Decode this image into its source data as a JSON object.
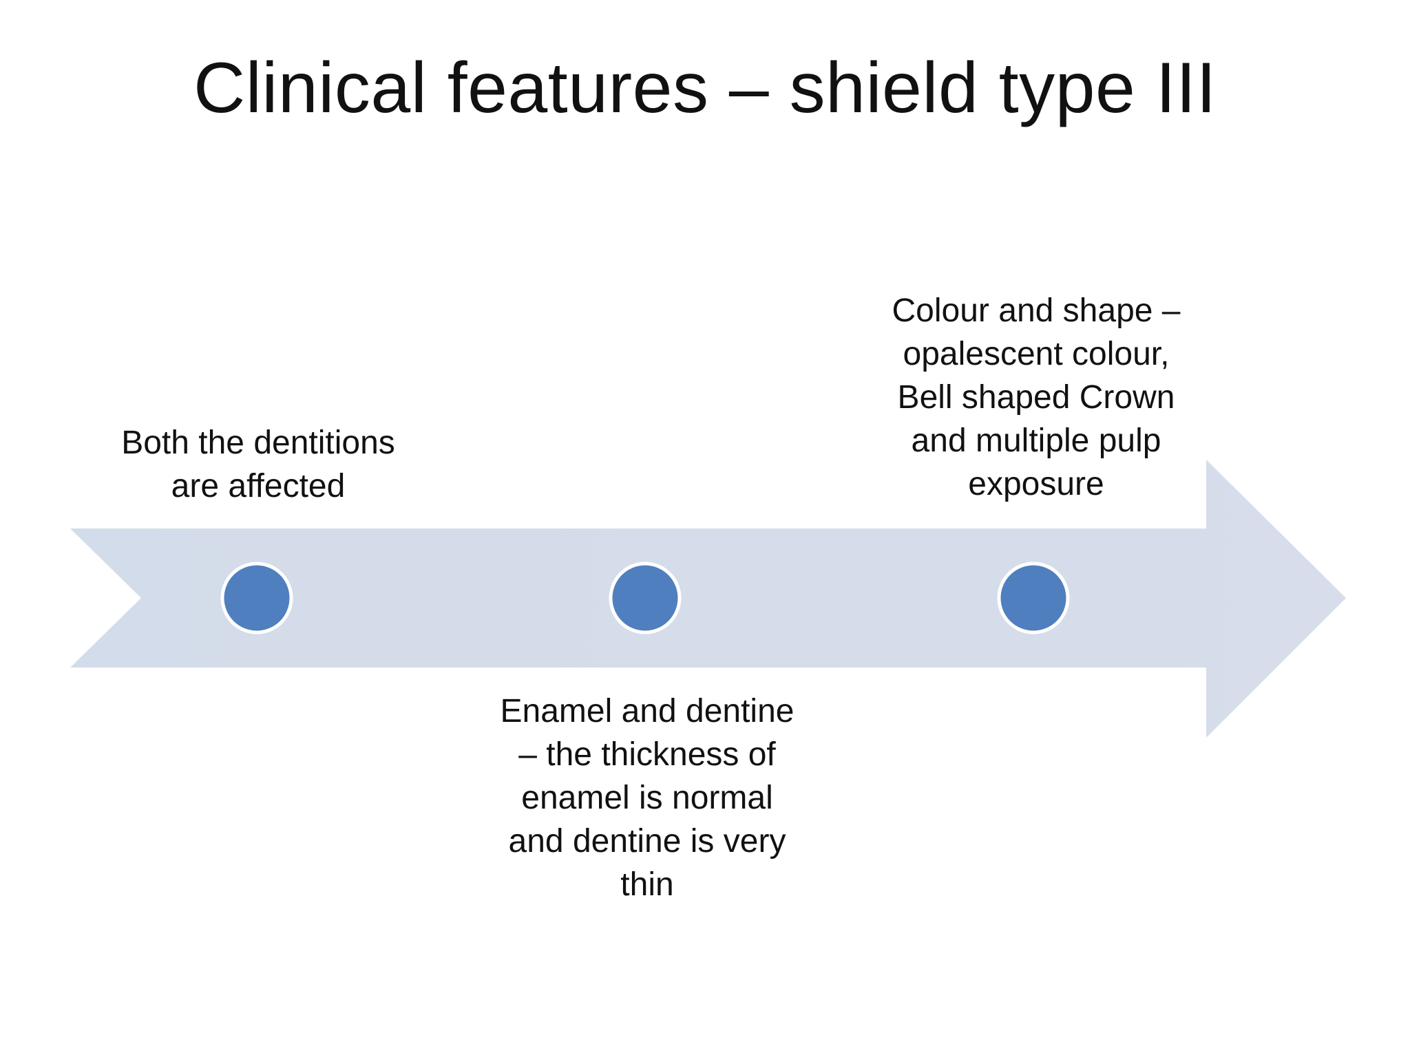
{
  "slide": {
    "title": "Clinical features – shield type III"
  },
  "timeline": {
    "arrow_color": "#cfd9ea",
    "marker_color": "#4f7fbe",
    "marker_border": "#ffffff",
    "nodes": [
      {
        "text": "Both the dentitions\nare affected",
        "position": "above"
      },
      {
        "text": "Enamel and dentine\n– the thickness of\nenamel is normal\nand dentine is very\nthin",
        "position": "below"
      },
      {
        "text": "Colour and shape –\nopalescent colour,\nBell shaped Crown\nand multiple pulp\nexposure",
        "position": "above"
      }
    ]
  }
}
